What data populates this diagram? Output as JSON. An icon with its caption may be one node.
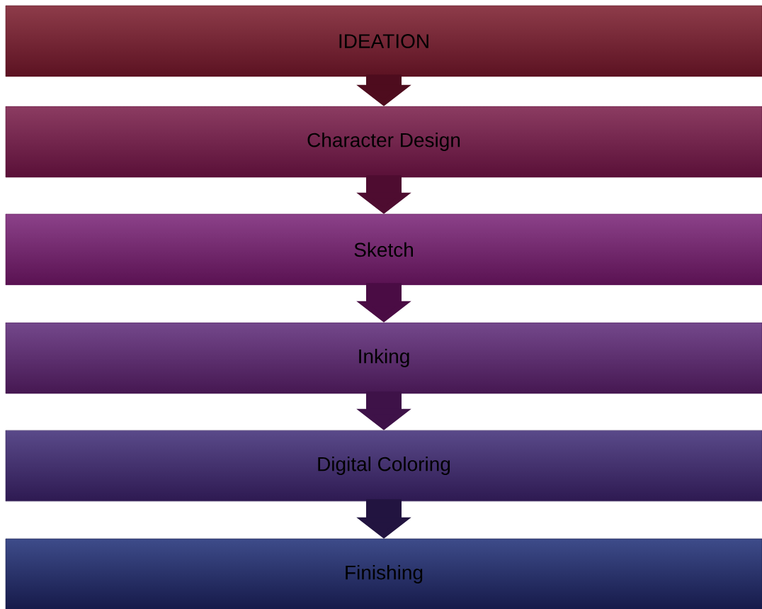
{
  "diagram": {
    "nodes": [
      {
        "text": [
          "IDEATION"
        ]
      },
      {
        "text": [
          "Character Design"
        ]
      },
      {
        "text": [
          "Sketch"
        ]
      },
      {
        "text": [
          "Inking"
        ]
      },
      {
        "text": [
          "Digital Coloring"
        ]
      },
      {
        "text": [
          "Finishing"
        ]
      }
    ],
    "edges": [
      {
        "from": 0,
        "to": 1,
        "arrow": "to"
      },
      {
        "from": 1,
        "to": 2,
        "arrow": "to"
      },
      {
        "from": 2,
        "to": 3,
        "arrow": "to"
      },
      {
        "from": 3,
        "to": 4,
        "arrow": "to"
      },
      {
        "from": 4,
        "to": 5,
        "arrow": "to"
      }
    ]
  }
}
